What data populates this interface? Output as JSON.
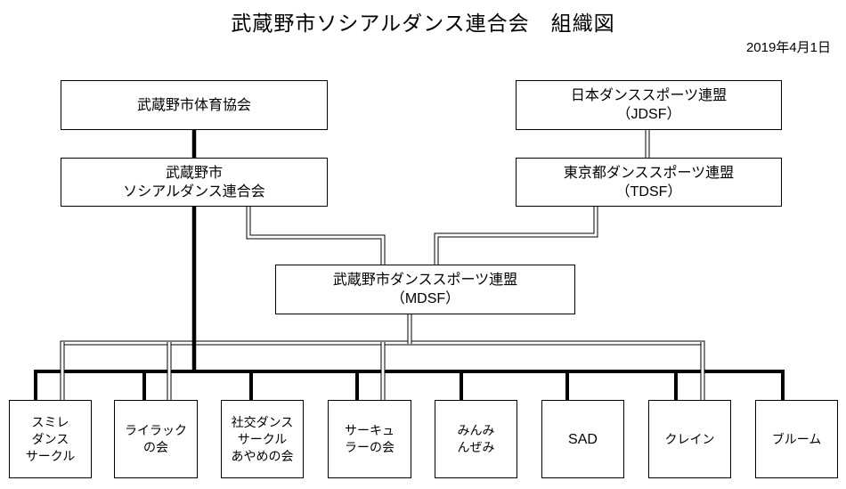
{
  "title": "武蔵野市ソシアルダンス連合会　組織図",
  "date": "2019年4月1日",
  "org": {
    "top_left": [
      {
        "id": "taiiku-kyokai",
        "label": "武蔵野市体育協会"
      },
      {
        "id": "social-dance-rengokai",
        "label": "武蔵野市\nソシアルダンス連合会"
      }
    ],
    "top_right": [
      {
        "id": "jdsf",
        "label": "日本ダンススポーツ連盟\n（JDSF）"
      },
      {
        "id": "tdsf",
        "label": "東京都ダンススポーツ連盟\n（TDSF）"
      }
    ],
    "middle": {
      "id": "mdsf",
      "label": "武蔵野市ダンススポーツ連盟\n（MDSF）"
    },
    "clubs": [
      {
        "id": "sumire",
        "label": "スミレ\nダンス\nサークル"
      },
      {
        "id": "lilac",
        "label": "ライラック\nの会"
      },
      {
        "id": "ayame",
        "label": "社交ダンス\nサークル\nあやめの会"
      },
      {
        "id": "circular",
        "label": "サーキュ\nラーの会"
      },
      {
        "id": "minminzemi",
        "label": "みんみ\nんぜみ"
      },
      {
        "id": "sad",
        "label": "SAD"
      },
      {
        "id": "crane",
        "label": "クレイン"
      },
      {
        "id": "bloom",
        "label": "ブルーム"
      }
    ],
    "connections": [
      {
        "from": "武蔵野市体育協会",
        "to": "武蔵野市ソシアルダンス連合会",
        "style": "thick-single"
      },
      {
        "from": "日本ダンススポーツ連盟（JDSF）",
        "to": "東京都ダンススポーツ連盟（TDSF）",
        "style": "double-line"
      },
      {
        "from": "武蔵野市ソシアルダンス連合会",
        "to": "武蔵野市ダンススポーツ連盟（MDSF）",
        "style": "double-line"
      },
      {
        "from": "東京都ダンススポーツ連盟（TDSF）",
        "to": "武蔵野市ダンススポーツ連盟（MDSF）",
        "style": "double-line"
      },
      {
        "from": "武蔵野市ソシアルダンス連合会",
        "to": "スミレダンスサークル、ライラックの会、社交ダンスサークルあやめの会、サーキュラーの会、みんみんぜみ、SAD、クレイン、ブルーム",
        "style": "thick-single"
      },
      {
        "from": "武蔵野市ダンススポーツ連盟（MDSF）",
        "to": "スミレダンスサークル、ライラックの会、サーキュラーの会、クレイン",
        "style": "double-line"
      }
    ]
  },
  "colors": {
    "line": "#000000",
    "background": "#ffffff",
    "box_fill": "#ffffff"
  }
}
